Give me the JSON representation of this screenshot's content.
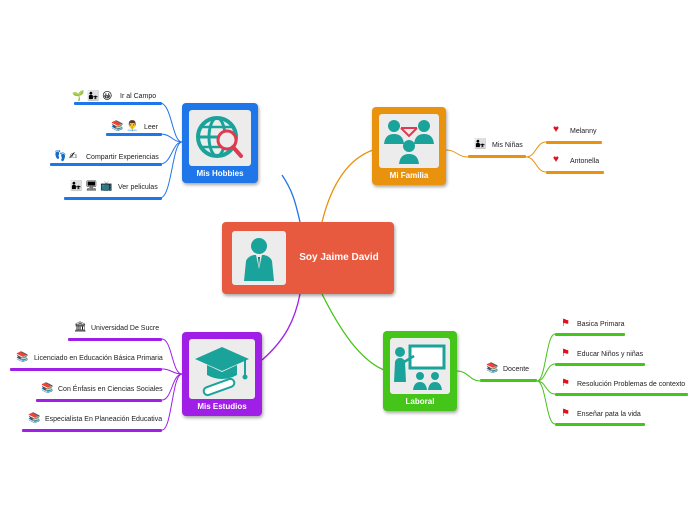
{
  "central": {
    "title": "Soy Jaime David",
    "icon": "person-icon"
  },
  "colors": {
    "hobbies": "#1f76e8",
    "familia": "#e8920e",
    "estudios": "#a01fe6",
    "laboral": "#45c41a",
    "central": "#e85a40"
  },
  "hobbies": {
    "title": "Mis Hobbies",
    "icon": "globe-search-icon",
    "items": [
      {
        "label": "Ir al Campo",
        "icons": [
          "plant-icon",
          "family-icon",
          "smile-icon"
        ]
      },
      {
        "label": "Leer",
        "icons": [
          "books-icon",
          "person-reading-icon"
        ]
      },
      {
        "label": "Compartir Experiencias",
        "icons": [
          "footprints-icon",
          "writing-icon"
        ]
      },
      {
        "label": "Ver peliculas",
        "icons": [
          "family-icon",
          "computer-icon",
          "tv-icon"
        ]
      }
    ]
  },
  "familia": {
    "title": "Mi Familia",
    "icon": "family-network-icon",
    "branch": {
      "label": "Mis Niñas",
      "icon": "family-icon"
    },
    "items": [
      {
        "label": "Melanny",
        "icon": "heart-icon"
      },
      {
        "label": "Antonella",
        "icon": "heart-icon"
      }
    ]
  },
  "estudios": {
    "title": "Mis Estudios",
    "icon": "graduation-cap-icon",
    "items": [
      {
        "label": "Universidad De Sucre",
        "icon": "university-icon"
      },
      {
        "label": "Licenciado en Educación Básica Primaria",
        "icon": "books-icon"
      },
      {
        "label": "Con Énfasis en Ciencias Sociales",
        "icon": "books-icon"
      },
      {
        "label": "Especialista En Planeación Educativa",
        "icon": "books-icon"
      }
    ]
  },
  "laboral": {
    "title": "Laboral",
    "icon": "teacher-board-icon",
    "branch": {
      "label": "Docente",
      "icon": "books-icon"
    },
    "items": [
      {
        "label": "Basica Primara",
        "icon": "flag-icon"
      },
      {
        "label": "Educar Niños y niñas",
        "icon": "flag-icon"
      },
      {
        "label": "Resolución Problemas de contexto",
        "icon": "flag-icon"
      },
      {
        "label": "Enseñar pata la vida",
        "icon": "flag-icon"
      }
    ]
  }
}
